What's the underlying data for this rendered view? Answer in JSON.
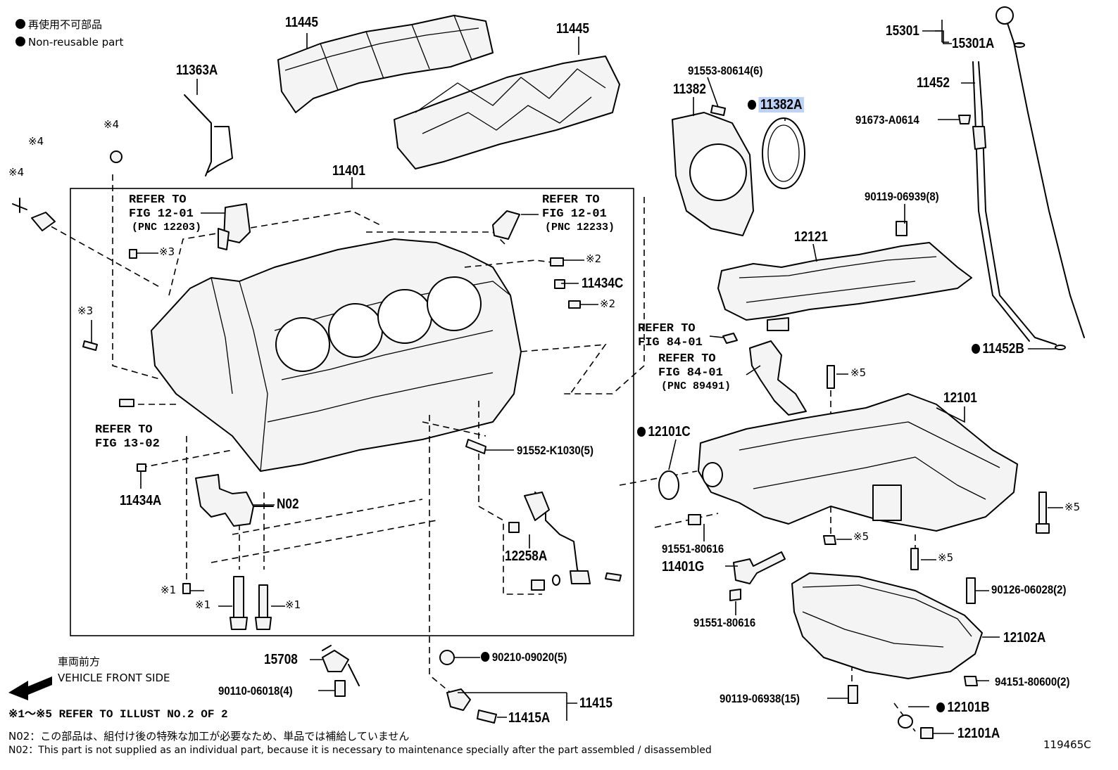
{
  "legend": {
    "jp": "再使用不可部品",
    "en": "Non-reusable part"
  },
  "parts": {
    "p11445a": "11445",
    "p11445b": "11445",
    "p11363a": "11363A",
    "p11401": "11401",
    "p15301": "15301",
    "p15301a": "15301A",
    "p91553": "91553-80614(6)",
    "p11382": "11382",
    "p11382a": "11382A",
    "p11452": "11452",
    "p91673": "91673-A0614",
    "p90119_8": "90119-06939(8)",
    "p12121": "12121",
    "p11452b": "11452B",
    "p12101": "12101",
    "p12101c": "12101C",
    "p91552": "91552-K1030(5)",
    "p11434c": "11434C",
    "p11434a": "11434A",
    "pN02": "N02",
    "p12258a": "12258A",
    "p91551a": "91551-80616",
    "p11401g": "11401G",
    "p91551b": "91551-80616",
    "p90126": "90126-06028(2)",
    "p12102a": "12102A",
    "p94151": "94151-80600(2)",
    "p90119_15": "90119-06938(15)",
    "p12101b": "12101B",
    "p12101a": "12101A",
    "p15708": "15708",
    "p90110": "90110-06018(4)",
    "p90210": "90210-09020(5)",
    "p11415": "11415",
    "p11415a": "11415A"
  },
  "refs": {
    "r1": {
      "line1": "REFER TO",
      "line2": "FIG 12-01",
      "line3": "(PNC 12203)"
    },
    "r2": {
      "line1": "REFER TO",
      "line2": "FIG 12-01",
      "line3": "(PNC 12233)"
    },
    "r3": {
      "line1": "REFER TO",
      "line2": "FIG 13-02"
    },
    "r4": {
      "line1": "REFER TO",
      "line2": "FIG 84-01"
    },
    "r5": {
      "line1": "REFER TO",
      "line2": "FIG 84-01",
      "line3": "(PNC 89491)"
    }
  },
  "marks": {
    "m4a": "※4",
    "m4b": "※4",
    "m4c": "※4",
    "m3a": "※3",
    "m3b": "※3",
    "m2a": "※2",
    "m2b": "※2",
    "m1a": "※1",
    "m1b": "※1",
    "m1c": "※1",
    "m5a": "※5",
    "m5b": "※5",
    "m5c": "※5",
    "m5d": "※5"
  },
  "direction": {
    "jp": "車両前方",
    "en": "VEHICLE FRONT SIDE"
  },
  "notes": {
    "illust": "※1～※5 REFER TO ILLUST NO.2 OF 2",
    "n02_jp": "N02：この部品は、組付け後の特殊な加工が必要なため、単品では補給していません",
    "n02_en": "N02：This part is not supplied as an individual part, because it is necessary to maintenance specially after the part assembled / disassembled"
  },
  "figure_id": "119465C",
  "highlight_color": "#bcd3f7"
}
